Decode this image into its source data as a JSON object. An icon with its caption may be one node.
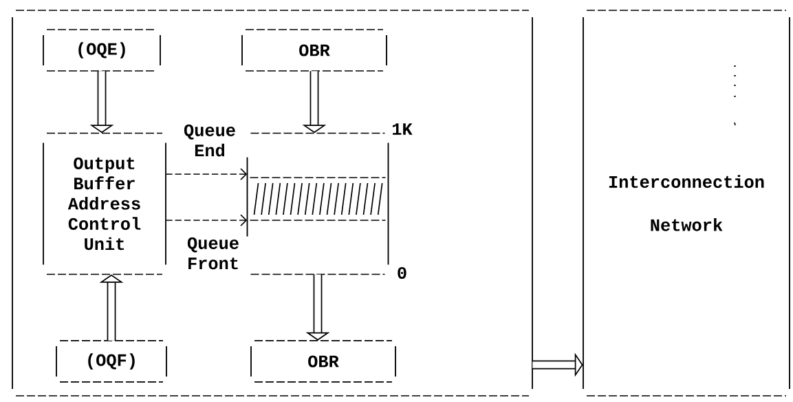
{
  "diagram": {
    "nodes": [
      {
        "text": [],
        "shape": "box"
      },
      {
        "text": [
          "(OQE)"
        ],
        "in": 0
      },
      {
        "text": [
          "OBR"
        ],
        "in": 0
      },
      {
        "text": [
          "Output Buffer Address Control Unit"
        ],
        "in": 0
      },
      {
        "text": [],
        "shape": "box",
        "beside": [
          "1K",
          "0"
        ],
        "in": 0
      },
      {
        "text": [
          "(OQF)"
        ],
        "in": 0
      },
      {
        "text": [
          "OBR"
        ],
        "in": 0
      },
      {
        "text": [
          "Interconnection Network"
        ]
      }
    ],
    "edges": [
      {
        "from": 1,
        "to": 3,
        "arrow": "to"
      },
      {
        "from": 2,
        "to": 4,
        "arrow": "to"
      },
      {
        "from": 5,
        "to": 3,
        "arrow": "to"
      },
      {
        "from": 4,
        "to": 6,
        "arrow": "to"
      },
      {
        "from": 3,
        "to": 4,
        "arrow": "to",
        "label": "Queue End",
        "style": "dashed"
      },
      {
        "from": 3,
        "to": 4,
        "arrow": "to",
        "label": "Queue Front",
        "style": "dashed"
      },
      {
        "from": 0,
        "to": 7,
        "arrow": "to"
      }
    ]
  }
}
